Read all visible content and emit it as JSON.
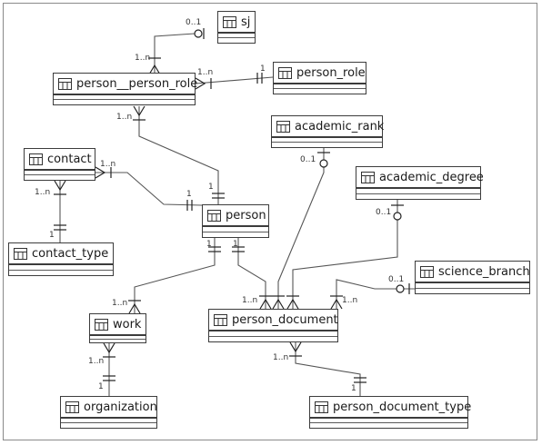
{
  "entities": {
    "sj": "sj",
    "person_person_role": "person__person_role",
    "person_role": "person_role",
    "academic_rank": "academic_rank",
    "contact": "contact",
    "academic_degree": "academic_degree",
    "person": "person",
    "contact_type": "contact_type",
    "science_branch": "science_branch",
    "work": "work",
    "person_document": "person_document",
    "organization": "organization",
    "person_document_type": "person_document_type"
  },
  "cardinalities": {
    "zero_one": "0..1",
    "one_n": "1..n",
    "one": "1"
  },
  "icon": "table-icon",
  "colors": {
    "border": "#3c3c3c",
    "line": "#555555",
    "background": "#ffffff"
  }
}
